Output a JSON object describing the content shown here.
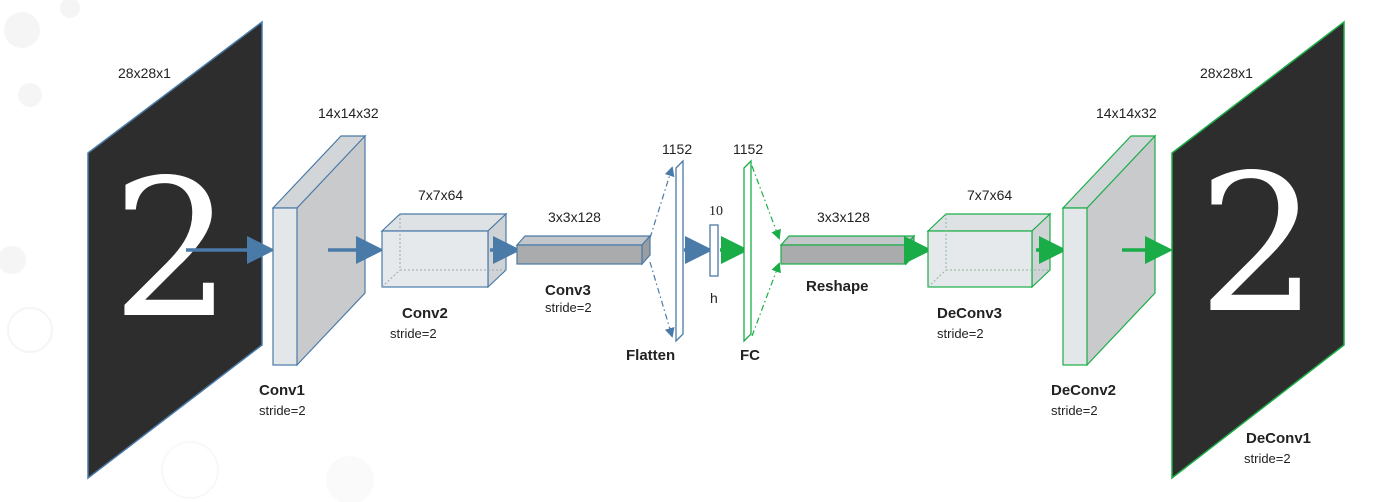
{
  "input": {
    "dims": "28x28x1",
    "digit": "2"
  },
  "output": {
    "dims": "28x28x1",
    "digit": "2",
    "name": "DeConv1",
    "stride": "stride=2"
  },
  "encoder": {
    "conv1": {
      "dims": "14x14x32",
      "name": "Conv1",
      "stride": "stride=2"
    },
    "conv2": {
      "dims": "7x7x64",
      "name": "Conv2",
      "stride": "stride=2"
    },
    "conv3": {
      "dims": "3x3x128",
      "name": "Conv3",
      "stride": "stride=2"
    },
    "flatten": {
      "dims": "1152",
      "name": "Flatten"
    }
  },
  "latent": {
    "dims": "10",
    "name": "h"
  },
  "decoder": {
    "fc": {
      "dims": "1152",
      "name": "FC"
    },
    "reshape": {
      "dims": "3x3x128",
      "name": "Reshape"
    },
    "deconv3": {
      "dims": "7x7x64",
      "name": "DeConv3",
      "stride": "stride=2"
    },
    "deconv2": {
      "dims": "14x14x32",
      "name": "DeConv2",
      "stride": "stride=2"
    }
  },
  "colors": {
    "encoder": "#4a7aa8",
    "decoder": "#1aad47",
    "image_bg": "#2d2d2d",
    "block_fill": "#e4e7ea",
    "block_dark": "#a9a9a9"
  }
}
